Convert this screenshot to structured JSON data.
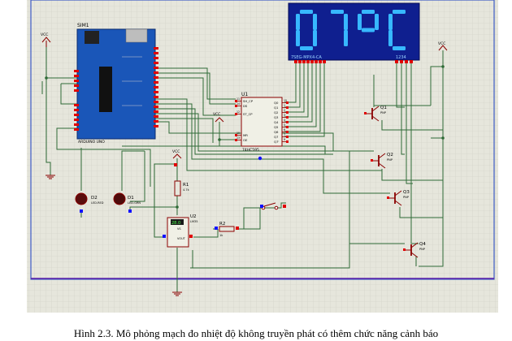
{
  "display": {
    "text": "07°C",
    "part_label": "7SEG-MPX4-CA",
    "port_label": "1234"
  },
  "arduino": {
    "ref": "SIM1",
    "model": "ARDUINO UNO"
  },
  "shift_register": {
    "ref": "U1",
    "model": "74HC595",
    "pins_left": [
      "SH_CP",
      "DS",
      "ST_CP",
      "MR",
      "OE"
    ],
    "pins_left_nums": [
      "11",
      "14",
      "12",
      "10",
      "13"
    ],
    "pins_right": [
      "Q0",
      "Q1",
      "Q2",
      "Q3",
      "Q4",
      "Q5",
      "Q6",
      "Q7",
      "Q7'"
    ],
    "pins_right_nums": [
      "15",
      "1",
      "2",
      "3",
      "4",
      "5",
      "6",
      "7",
      "9"
    ]
  },
  "transistors": [
    {
      "ref": "Q1",
      "type": "PNP"
    },
    {
      "ref": "Q2",
      "type": "PNP"
    },
    {
      "ref": "Q3",
      "type": "PNP"
    },
    {
      "ref": "Q4",
      "type": "PNP"
    }
  ],
  "leds": [
    {
      "ref": "D2",
      "value": "LED-RED"
    },
    {
      "ref": "D1",
      "value": "LED-GRN"
    }
  ],
  "resistors": [
    {
      "ref": "R1",
      "value": "4.7k"
    },
    {
      "ref": "R2",
      "value": "1k"
    }
  ],
  "sensor": {
    "ref": "U2",
    "model": "LM35",
    "reading": "28.0",
    "pin_vs": "VS",
    "pin_vout": "VOUT"
  },
  "power": {
    "vcc": "VCC"
  },
  "caption": "Hình 2.3. Mô phỏng mạch đo nhiệt độ không truyền phát có thêm chức năng cảnh báo",
  "colors": {
    "sheet": "#e6e6dc",
    "grid": "#cfcfc4",
    "border": "#3d59c4",
    "wire": "#2e6a36",
    "component": "#8b0000",
    "display_bg": "#0f1f8f",
    "segment_on": "#37b8ff",
    "arduino_blue": "#1a56b8",
    "pin_red": "#e00000",
    "pin_blue": "#1010ff"
  }
}
